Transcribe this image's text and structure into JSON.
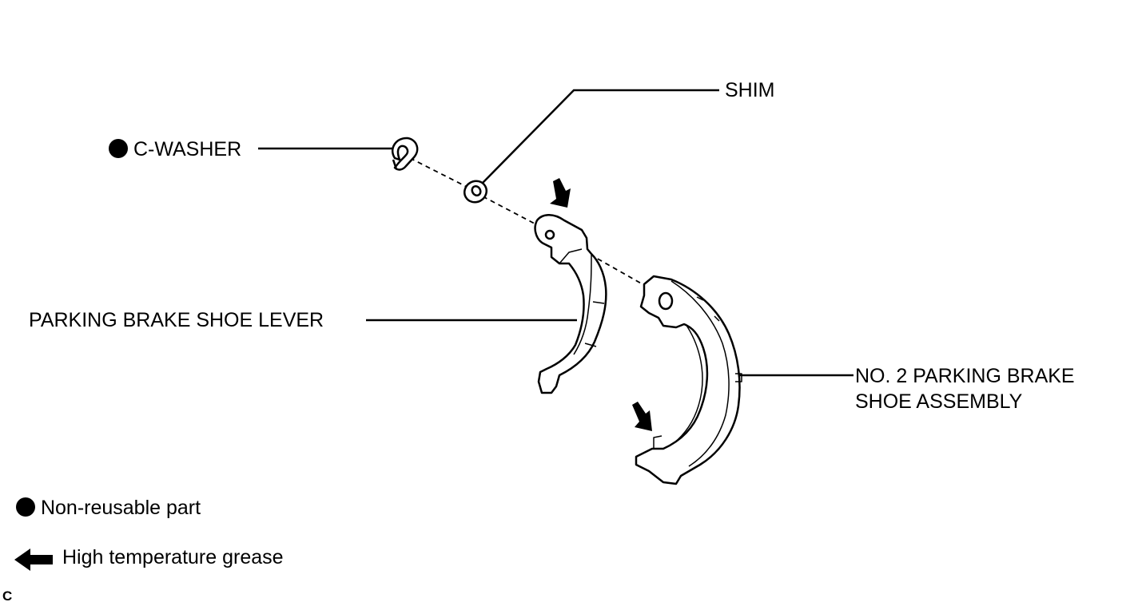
{
  "labels": {
    "shim": "SHIM",
    "c_washer": "C-WASHER",
    "shoe_lever": "PARKING BRAKE SHOE LEVER",
    "shoe_assembly_line1": "NO. 2 PARKING BRAKE",
    "shoe_assembly_line2": "SHOE ASSEMBLY"
  },
  "legend": {
    "non_reusable": "Non-reusable part",
    "grease": "High temperature grease"
  },
  "corner_mark": "C",
  "icons": {
    "non_reusable_marker": "filled-circle-icon",
    "grease_marker": "black-arrow-icon"
  },
  "colors": {
    "ink": "#000000",
    "paper": "#ffffff"
  }
}
